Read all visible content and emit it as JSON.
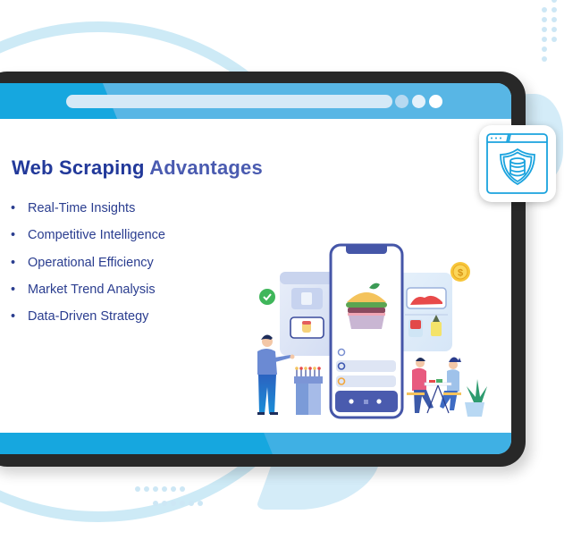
{
  "browser": {
    "address_bar": "",
    "window_controls": [
      "control-dot-1",
      "control-dot-2",
      "control-dot-3"
    ]
  },
  "slide": {
    "title_part1": "Web Scraping",
    "title_part2": "Advantages",
    "bullets": [
      "Real-Time Insights",
      "Competitive Intelligence",
      "Operational Efficiency",
      "Market Trend Analysis",
      "Data-Driven Strategy"
    ],
    "bullet_glyph": "•"
  },
  "badge": {
    "icon": "database-shield-browser-icon"
  },
  "illustration": {
    "icons": [
      "phone-app-icon",
      "burger-icon",
      "check-circle-icon",
      "dollar-coin-icon",
      "presenter-person-icon",
      "dining-people-icon",
      "plant-icon"
    ],
    "phone_nav_dots": 3
  },
  "colors": {
    "title_primary": "#22399a",
    "title_secondary": "#4a5bb0",
    "bullet_text": "#2a3d8f",
    "browser_bar": "#16a7df",
    "device_frame": "#282828",
    "decor_light_blue": "#cdeaf6"
  }
}
